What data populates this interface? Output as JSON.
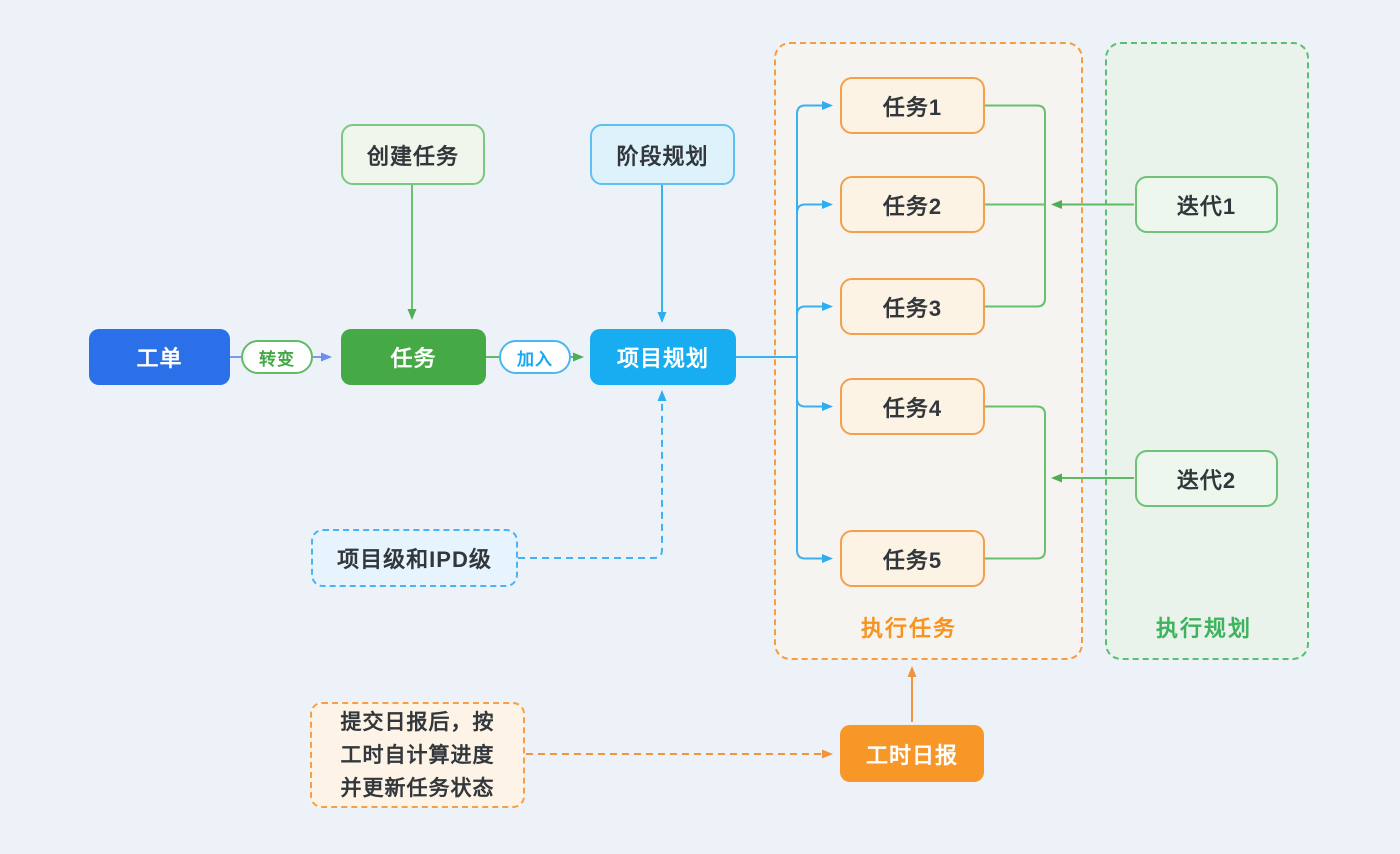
{
  "diagram": {
    "nodes": {
      "workorder": {
        "label": "工单"
      },
      "transform_pill": {
        "label": "转变"
      },
      "task": {
        "label": "任务"
      },
      "join_pill": {
        "label": "加入"
      },
      "project_plan": {
        "label": "项目规划"
      },
      "create_task": {
        "label": "创建任务"
      },
      "stage_plan": {
        "label": "阶段规划"
      },
      "level_note": {
        "label": "项目级和IPD级"
      },
      "subtasks": [
        "任务1",
        "任务2",
        "任务3",
        "任务4",
        "任务5"
      ],
      "iterations": [
        "迭代1",
        "迭代2"
      ],
      "timesheet": {
        "label": "工时日报"
      },
      "note_lines": [
        "提交日报后，按",
        "工时自计算进度",
        "并更新任务状态"
      ]
    },
    "captions": {
      "exec_tasks": "执行任务",
      "exec_plan": "执行规划"
    },
    "colors": {
      "page_background": "#edf1f8",
      "workorder_blue": "#2b70e8",
      "task_green": "#45a945",
      "project_plan_skyblue": "#18adf0",
      "timesheet_orange": "#f79727",
      "subtask_fill": "#fdf3e4",
      "subtask_border": "#f4a04a",
      "iteration_fill": "#edf7ee",
      "iteration_border": "#6fc277",
      "exec_tasks_container_border": "#f49d42",
      "exec_plan_container_border": "#5abf70",
      "edge_blue": "#7a9af0",
      "edge_green": "#5fba64",
      "edge_skyblue": "#3bb0f1",
      "edge_orange": "#f0953f",
      "caption_exec_tasks": "#f7941f",
      "caption_exec_plan": "#3cb35c"
    }
  }
}
